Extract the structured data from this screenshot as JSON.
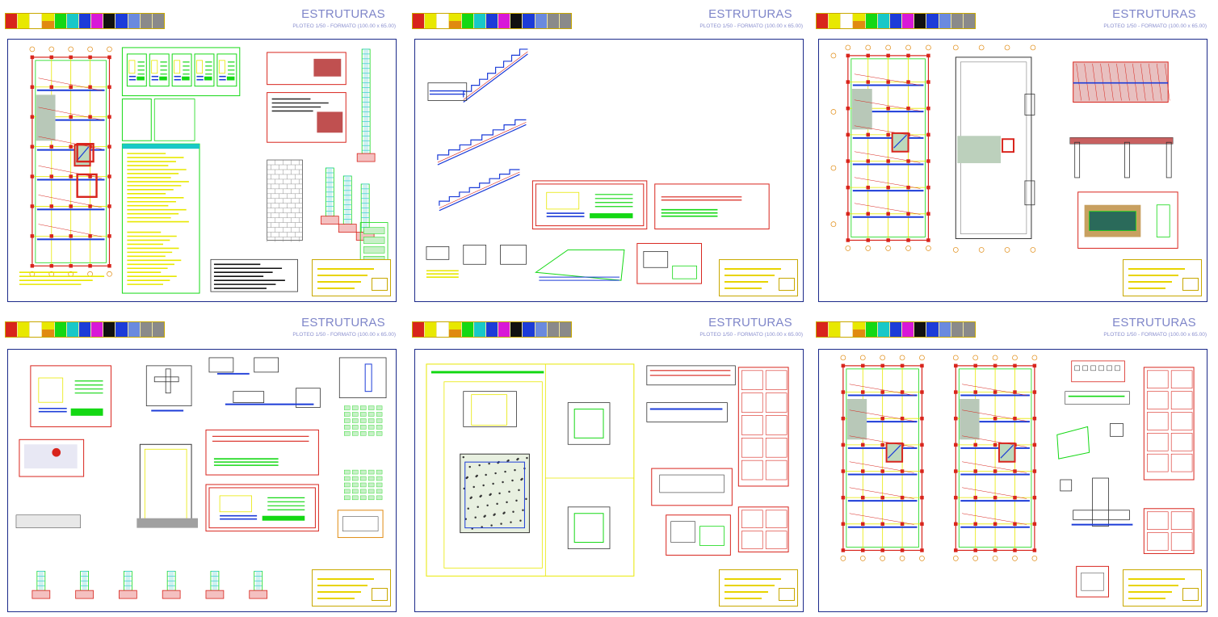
{
  "drawing_set": {
    "panels": [
      {
        "title": "ESTRUTURAS",
        "subtitle": "PLOTEO 1/50 - FORMATO (100.00 x 65.00)"
      },
      {
        "title": "ESTRUTURAS",
        "subtitle": "PLOTEO 1/50 - FORMATO (100.00 x 65.00)"
      },
      {
        "title": "ESTRUTURAS",
        "subtitle": "PLOTEO 1/50 - FORMATO (100.00 x 65.00)"
      },
      {
        "title": "ESTRUTURAS",
        "subtitle": "PLOTEO 1/50 - FORMATO (100.00 x 65.00)"
      },
      {
        "title": "ESTRUTURAS",
        "subtitle": "PLOTEO 1/50 - FORMATO (100.00 x 65.00)"
      },
      {
        "title": "ESTRUTURAS",
        "subtitle": "PLOTEO 1/50 - FORMATO (100.00 x 65.00)"
      }
    ]
  },
  "colors": {
    "frame": "#1c2a8a",
    "title": "#7f86c9",
    "cad_red": "#d8241c",
    "cad_green": "#14d814",
    "cad_yellow": "#e8e800",
    "cad_blue": "#1c3cd8",
    "cad_cyan": "#18c8c8",
    "cad_orange": "#e08a10",
    "cad_gray": "#8a8a8a"
  },
  "legend_colors": {
    "top": [
      "#d8241c",
      "#e8e800",
      "#ffffff",
      "#e8e800",
      "#14d814",
      "#18c8c8",
      "#1c3cd8",
      "#d818d8",
      "#111111",
      "#1c3cd8",
      "#6a8adf",
      "#8a8a8a",
      "#8a8a8a"
    ],
    "bottom": [
      "#d8241c",
      "#e8e800",
      "#ffffff",
      "#e08a10",
      "#14d814",
      "#18c8c8",
      "#1c3cd8",
      "#d818d8",
      "#111111",
      "#1c3cd8",
      "#6a8adf",
      "#8a8a8a",
      "#8a8a8a"
    ]
  }
}
